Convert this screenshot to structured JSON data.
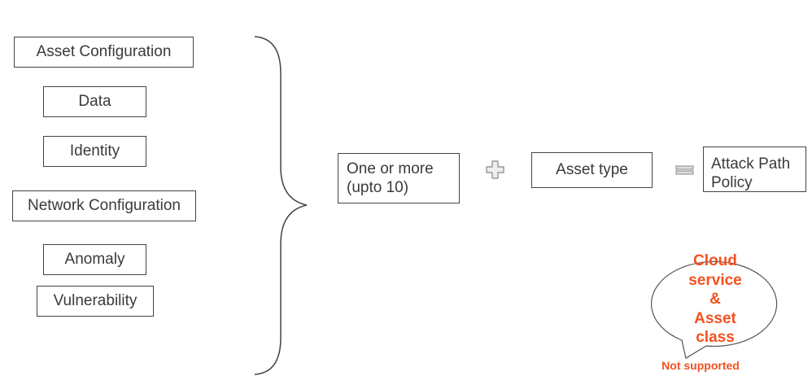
{
  "categories": [
    "Asset Configuration",
    "Data",
    "Identity",
    "Network Configuration",
    "Anomaly",
    "Vulnerability"
  ],
  "equation": {
    "selection": "One or more (upto 10)",
    "plus_icon": "plus-icon",
    "asset_type": "Asset type",
    "equals_icon": "equals-icon",
    "result": "Attack Path Policy"
  },
  "callout": {
    "text_lines": [
      "Cloud",
      "service",
      "&",
      "Asset",
      "class"
    ],
    "note": "Not supported"
  },
  "colors": {
    "accent": "#f5501e",
    "stroke": "#444444",
    "text": "#3a3a3a"
  }
}
